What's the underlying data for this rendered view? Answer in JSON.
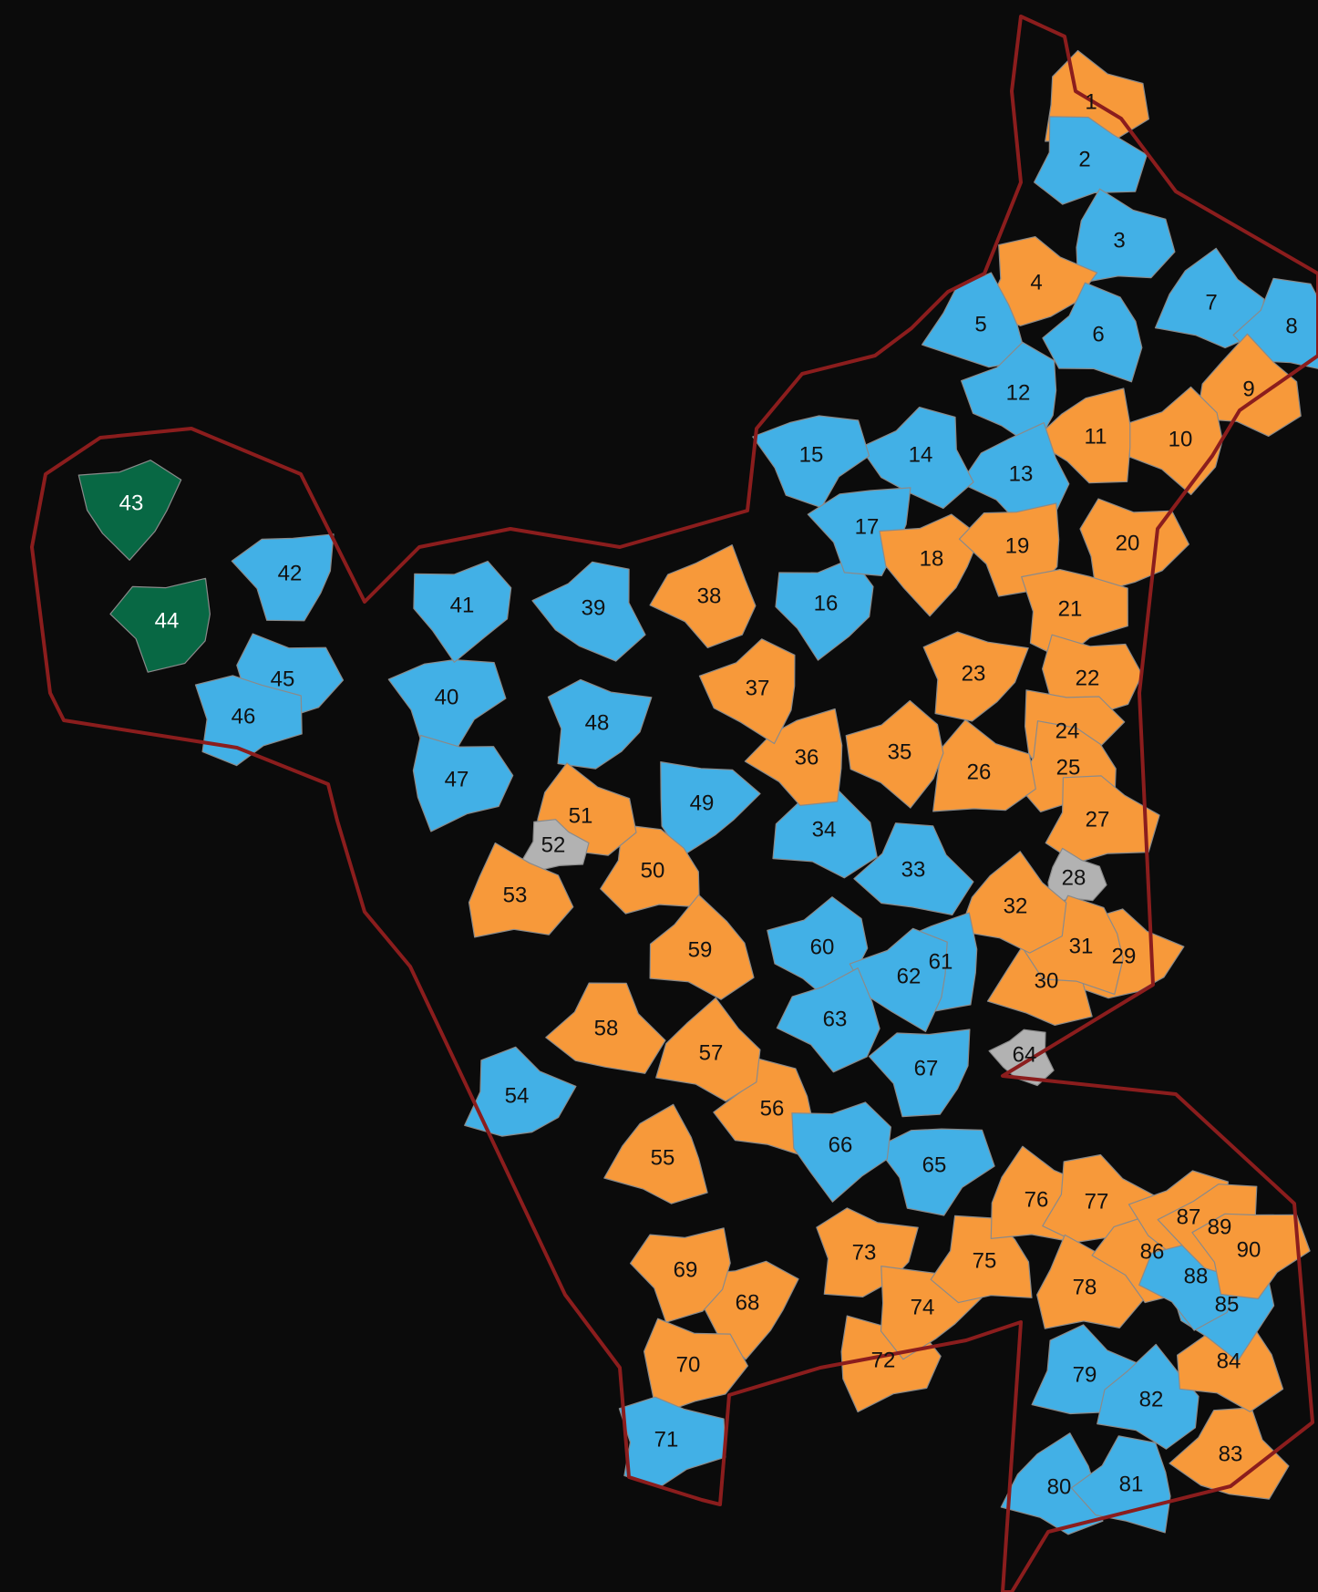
{
  "colors": {
    "background": "#0b0b0b",
    "blue": "#42b0e6",
    "orange": "#f7993a",
    "gray": "#b2b2b2",
    "green": "#086844"
  },
  "constituencies": [
    {
      "id": "1",
      "party": "orange"
    },
    {
      "id": "2",
      "party": "blue"
    },
    {
      "id": "3",
      "party": "blue"
    },
    {
      "id": "4",
      "party": "orange"
    },
    {
      "id": "5",
      "party": "blue"
    },
    {
      "id": "6",
      "party": "blue"
    },
    {
      "id": "7",
      "party": "blue"
    },
    {
      "id": "8",
      "party": "blue"
    },
    {
      "id": "9",
      "party": "orange"
    },
    {
      "id": "10",
      "party": "orange"
    },
    {
      "id": "11",
      "party": "orange"
    },
    {
      "id": "12",
      "party": "blue"
    },
    {
      "id": "13",
      "party": "blue"
    },
    {
      "id": "14",
      "party": "blue"
    },
    {
      "id": "15",
      "party": "blue"
    },
    {
      "id": "16",
      "party": "blue"
    },
    {
      "id": "17",
      "party": "blue"
    },
    {
      "id": "18",
      "party": "orange"
    },
    {
      "id": "19",
      "party": "orange"
    },
    {
      "id": "20",
      "party": "orange"
    },
    {
      "id": "21",
      "party": "orange"
    },
    {
      "id": "22",
      "party": "orange"
    },
    {
      "id": "23",
      "party": "orange"
    },
    {
      "id": "24",
      "party": "orange"
    },
    {
      "id": "25",
      "party": "orange"
    },
    {
      "id": "26",
      "party": "orange"
    },
    {
      "id": "27",
      "party": "orange"
    },
    {
      "id": "28",
      "party": "gray"
    },
    {
      "id": "29",
      "party": "orange"
    },
    {
      "id": "30",
      "party": "orange"
    },
    {
      "id": "31",
      "party": "orange"
    },
    {
      "id": "32",
      "party": "orange"
    },
    {
      "id": "33",
      "party": "blue"
    },
    {
      "id": "34",
      "party": "blue"
    },
    {
      "id": "35",
      "party": "orange"
    },
    {
      "id": "36",
      "party": "orange"
    },
    {
      "id": "37",
      "party": "orange"
    },
    {
      "id": "38",
      "party": "orange"
    },
    {
      "id": "39",
      "party": "blue"
    },
    {
      "id": "40",
      "party": "blue"
    },
    {
      "id": "41",
      "party": "blue"
    },
    {
      "id": "42",
      "party": "blue"
    },
    {
      "id": "43",
      "party": "green"
    },
    {
      "id": "44",
      "party": "green"
    },
    {
      "id": "45",
      "party": "blue"
    },
    {
      "id": "46",
      "party": "blue"
    },
    {
      "id": "47",
      "party": "blue"
    },
    {
      "id": "48",
      "party": "blue"
    },
    {
      "id": "49",
      "party": "blue"
    },
    {
      "id": "50",
      "party": "orange"
    },
    {
      "id": "51",
      "party": "orange"
    },
    {
      "id": "52",
      "party": "gray"
    },
    {
      "id": "53",
      "party": "orange"
    },
    {
      "id": "54",
      "party": "blue"
    },
    {
      "id": "55",
      "party": "orange"
    },
    {
      "id": "56",
      "party": "orange"
    },
    {
      "id": "57",
      "party": "orange"
    },
    {
      "id": "58",
      "party": "orange"
    },
    {
      "id": "59",
      "party": "orange"
    },
    {
      "id": "60",
      "party": "blue"
    },
    {
      "id": "61",
      "party": "blue"
    },
    {
      "id": "62",
      "party": "blue"
    },
    {
      "id": "63",
      "party": "blue"
    },
    {
      "id": "64",
      "party": "gray"
    },
    {
      "id": "65",
      "party": "blue"
    },
    {
      "id": "66",
      "party": "blue"
    },
    {
      "id": "67",
      "party": "blue"
    },
    {
      "id": "68",
      "party": "orange"
    },
    {
      "id": "69",
      "party": "orange"
    },
    {
      "id": "70",
      "party": "orange"
    },
    {
      "id": "71",
      "party": "blue"
    },
    {
      "id": "72",
      "party": "orange"
    },
    {
      "id": "73",
      "party": "orange"
    },
    {
      "id": "74",
      "party": "orange"
    },
    {
      "id": "75",
      "party": "orange"
    },
    {
      "id": "76",
      "party": "orange"
    },
    {
      "id": "77",
      "party": "orange"
    },
    {
      "id": "78",
      "party": "orange"
    },
    {
      "id": "79",
      "party": "blue"
    },
    {
      "id": "80",
      "party": "blue"
    },
    {
      "id": "81",
      "party": "blue"
    },
    {
      "id": "82",
      "party": "blue"
    },
    {
      "id": "83",
      "party": "orange"
    },
    {
      "id": "84",
      "party": "orange"
    },
    {
      "id": "85",
      "party": "blue"
    },
    {
      "id": "86",
      "party": "orange"
    },
    {
      "id": "87",
      "party": "orange"
    },
    {
      "id": "88",
      "party": "blue"
    },
    {
      "id": "89",
      "party": "orange"
    },
    {
      "id": "90",
      "party": "orange"
    }
  ]
}
